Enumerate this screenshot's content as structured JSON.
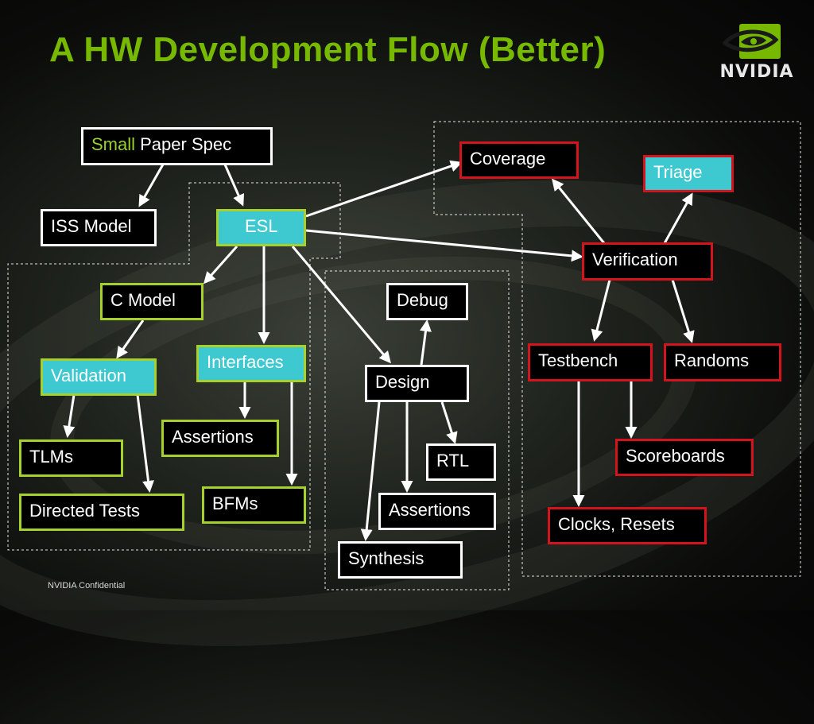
{
  "slide": {
    "title": "A HW Development Flow (Better)",
    "footer": "NVIDIA Confidential"
  },
  "logo": {
    "word": "NVIDIA",
    "accent": "#76b900"
  },
  "colors": {
    "title": "#76b900",
    "white_border": "#ffffff",
    "green_border": "#a6d12d",
    "red_border": "#d4141c",
    "cyan_fill": "#3ec8d0"
  },
  "boxes": {
    "spec": {
      "highlight": "Small",
      "rest": " Paper Spec"
    },
    "iss_model": "ISS Model",
    "esl": "ESL",
    "c_model": "C Model",
    "validation": "Validation",
    "interfaces": "Interfaces",
    "assertions_left": "Assertions",
    "tlms": "TLMs",
    "directed_tests": "Directed Tests",
    "bfms": "BFMs",
    "debug": "Debug",
    "design": "Design",
    "rtl": "RTL",
    "assertions_mid": "Assertions",
    "synthesis": "Synthesis",
    "coverage": "Coverage",
    "triage": "Triage",
    "verification": "Verification",
    "testbench": "Testbench",
    "randoms": "Randoms",
    "scoreboards": "Scoreboards",
    "clocks_resets": "Clocks, Resets"
  }
}
